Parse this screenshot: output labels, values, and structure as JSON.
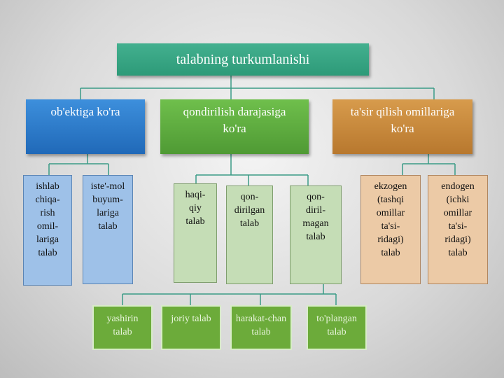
{
  "title": "talabning turkumlanishi",
  "categories": [
    {
      "label": "ob'ektiga ko'ra",
      "color": "#2f7dcb"
    },
    {
      "label": "qondirilish darajasiga\nko'ra",
      "color": "#5dac3f"
    },
    {
      "label": "ta'sir qilish omillariga\nko'ra",
      "color": "#c7883b"
    }
  ],
  "leaves_object": [
    {
      "label": "ishlab\nchiqa-\nrish\nomil-\nlariga\ntalab"
    },
    {
      "label": "iste'-mol\nbuyum-\nlariga\ntalab"
    }
  ],
  "leaves_satisfaction": [
    {
      "label": "haqi-\nqiy\ntalab"
    },
    {
      "label": "qon-\ndirilgan\ntalab"
    },
    {
      "label": "qon-\ndiril-\nmagan\ntalab"
    }
  ],
  "leaves_factors": [
    {
      "label": "ekzogen\n(tashqi\nomillar\nta'si-\nridagi)\ntalab"
    },
    {
      "label": "endogen\n(ichki\nomillar\nta'si-\nridagi)\ntalab"
    }
  ],
  "unsatisfied_types": [
    {
      "label": "yashirin\ntalab"
    },
    {
      "label": "joriy talab"
    },
    {
      "label": "harakat-chan\ntalab"
    },
    {
      "label": "to'plangan\ntalab"
    }
  ]
}
